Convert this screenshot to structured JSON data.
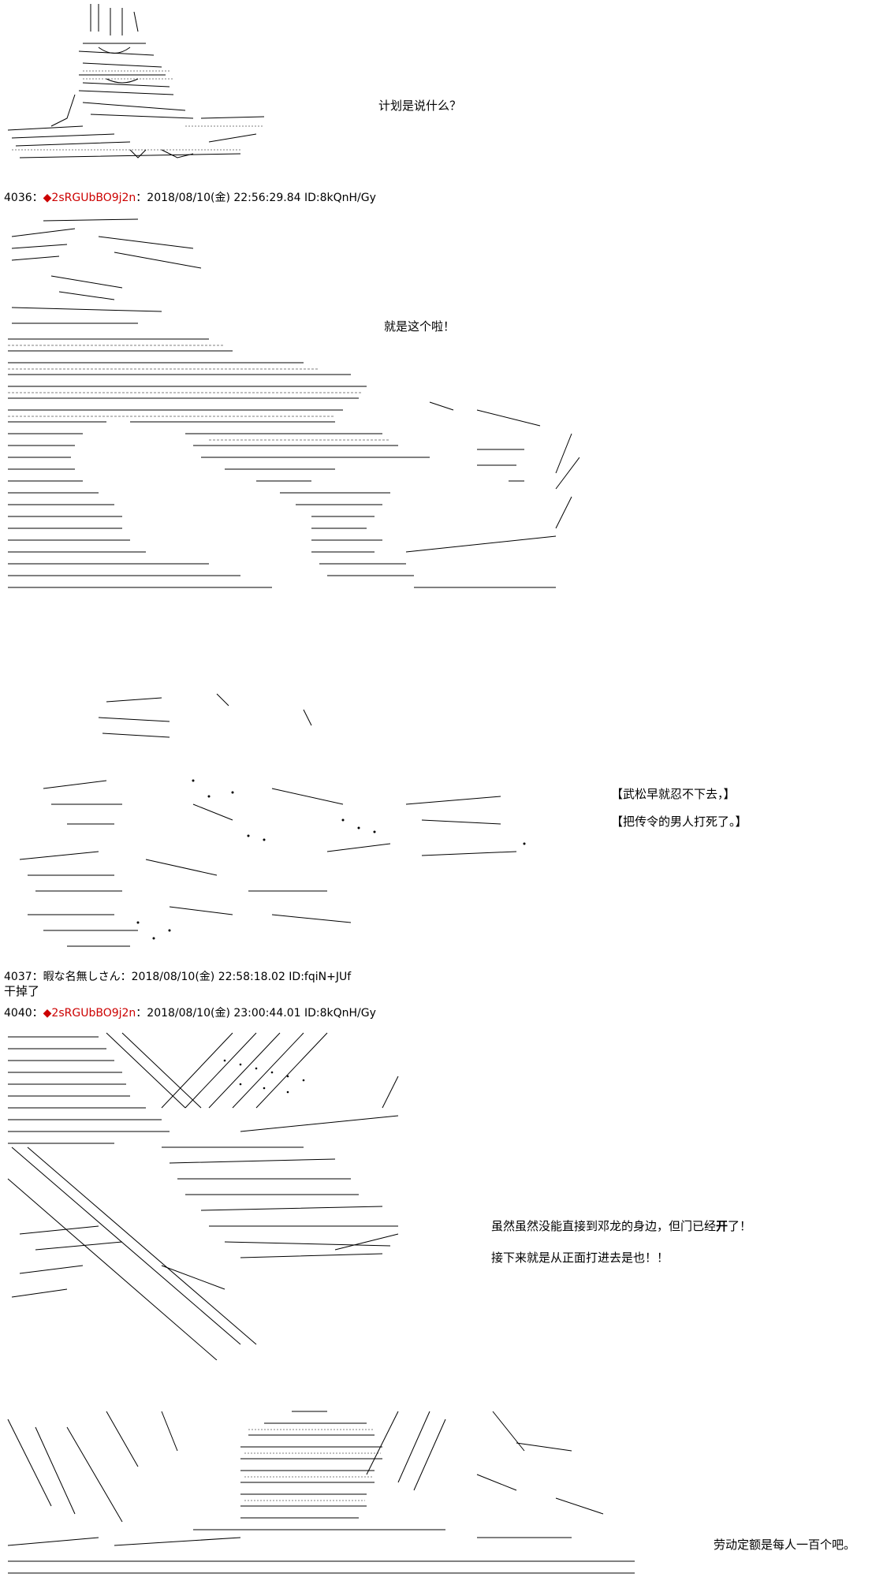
{
  "speech": {
    "s1": "计划是说什么？",
    "s2": "就是这个啦！",
    "s3": "【武松早就忍不下去，】",
    "s4": "【把传令的男人打死了。】",
    "s5_a": "虽然虽然没能直接到邓龙的身边，但门已经",
    "s5_b": "开",
    "s5_c": "了！",
    "s6": "接下来就是从正面打进去是也！！",
    "s7": "劳动定额是每人一百个吧。"
  },
  "posts": {
    "p4036": {
      "number": "4036",
      "sep": "：",
      "diamond": "◆",
      "name": "2sRGUbBO9j2n",
      "date": "：2018/08/10(金) 22:56:29.84 ID:8kQnH/Gy"
    },
    "p4037": {
      "number": "4037",
      "sep": "：",
      "name": "暇な名無しさん",
      "date": "：2018/08/10(金) 22:58:18.02 ID:fqiN+JUf",
      "comment": "干掉了"
    },
    "p4040": {
      "number": "4040",
      "sep": "：",
      "diamond": "◆",
      "name": "2sRGUbBO9j2n",
      "date": "：2018/08/10(金) 23:00:44.01 ID:8kQnH/Gy"
    }
  },
  "art": {
    "a1": "ascii-art-monk-sitting",
    "a2": "ascii-art-character-cloak",
    "a3": "ascii-art-explosion-kanji",
    "a4": "ascii-art-gate-crash",
    "a5": "ascii-art-fortress-crowd"
  }
}
